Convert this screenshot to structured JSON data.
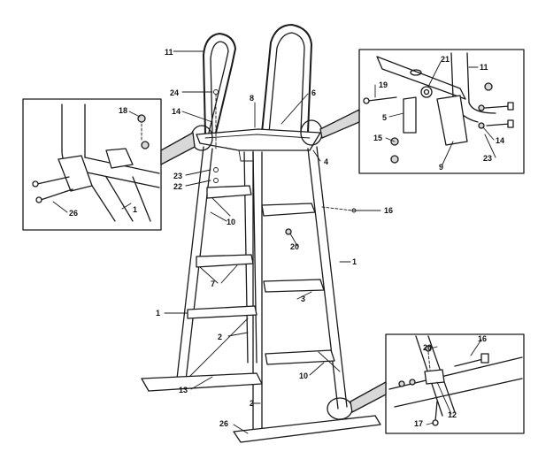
{
  "labels": {
    "l1a": "1",
    "l1b": "1",
    "l1c": "1",
    "l2a": "2",
    "l2b": "2",
    "l3": "3",
    "l4": "4",
    "l5": "5",
    "l6": "6",
    "l7": "7",
    "l8": "8",
    "l9": "9",
    "l10a": "10",
    "l10b": "10",
    "l11a": "11",
    "l11b": "11",
    "l12": "12",
    "l13": "13",
    "l14a": "14",
    "l14b": "14",
    "l15": "15",
    "l16a": "16",
    "l16b": "16",
    "l17": "17",
    "l18": "18",
    "l19": "19",
    "l20a": "20",
    "l20b": "20",
    "l21": "21",
    "l22": "22",
    "l23a": "23",
    "l23b": "23",
    "l24": "24",
    "l26a": "26",
    "l26b": "26"
  }
}
